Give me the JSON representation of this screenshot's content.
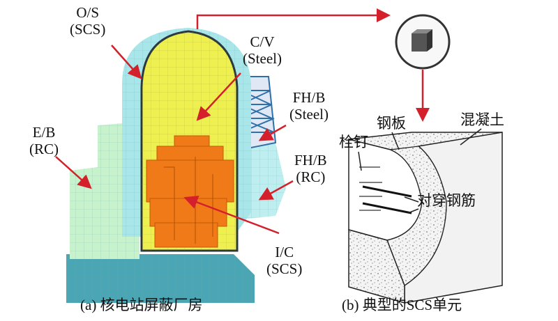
{
  "left_panel": {
    "labels": {
      "os": [
        "O/S",
        "(SCS)"
      ],
      "cv": [
        "C/V",
        "(Steel)"
      ],
      "fhb_steel": [
        "FH/B",
        "(Steel)"
      ],
      "eb": [
        "E/B",
        "(RC)"
      ],
      "fhb_rc": [
        "FH/B",
        "(RC)"
      ],
      "ic": [
        "I/C",
        "(SCS)"
      ]
    },
    "caption": "(a) 核电站屏蔽厂房"
  },
  "right_panel": {
    "labels": {
      "stud": "栓钉",
      "steel_plate": "钢板",
      "concrete": "混凝土",
      "tie_bar": "对穿钢筋"
    },
    "caption": "(b) 典型的SCS单元"
  },
  "colors": {
    "containment_yellow": "#eef050",
    "internal_orange": "#f07a18",
    "shield_teal": "#a8e6ea",
    "aux_green": "#c8f2cc",
    "base_blue": "#4aa6b4",
    "arrow_red": "#d4202a"
  }
}
